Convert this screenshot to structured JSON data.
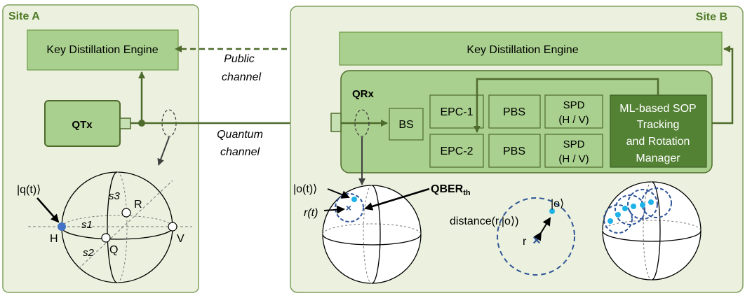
{
  "site_a": {
    "title": "Site A",
    "kde_label": "Key Distillation Engine",
    "qtx_label": "QTx",
    "sphere": {
      "state_label": "|q(t)⟩",
      "axis_s1": "s1",
      "axis_s2": "s2",
      "axis_s3": "s3",
      "point_h": "H",
      "point_v": "V",
      "point_q": "Q",
      "point_r": "R"
    }
  },
  "channels": {
    "public_line1": "Public",
    "public_line2": "channel",
    "quantum_line1": "Quantum",
    "quantum_line2": "channel"
  },
  "site_b": {
    "title": "Site B",
    "kde_label": "Key Distillation Engine",
    "qrx_label": "QRx",
    "bs_label": "BS",
    "epc1_label": "EPC-1",
    "epc2_label": "EPC-2",
    "pbs_top_label": "PBS",
    "pbs_bottom_label": "PBS",
    "spd_top_line1": "SPD",
    "spd_top_line2": "(H / V)",
    "spd_bottom_line1": "SPD",
    "spd_bottom_line2": "(H / V)",
    "ml_line1": "ML-based SOP",
    "ml_line2": "Tracking",
    "ml_line3": "and Rotation",
    "ml_line4": "Manager",
    "sphere1": {
      "state_label": "|o(t)⟩",
      "r_label": "r(t)",
      "qber_main": "QBER",
      "qber_sub": "th"
    },
    "detail": {
      "o_label": "|o⟩",
      "distance_label": "distance(r,|o⟩)",
      "r_label": "r"
    }
  },
  "colors": {
    "panel_fill": "#ebf1de",
    "panel_stroke": "#7f9f5f",
    "box_fill": "#a9d08e",
    "box_stroke": "#6e9a48",
    "qrx_fill": "#a9d08e",
    "line": "#4f6b2c",
    "ml_fill": "#548235",
    "dashed_circle": "#2f5597",
    "point_cyan": "#1fb3e8",
    "point_blue": "#4472c4"
  }
}
